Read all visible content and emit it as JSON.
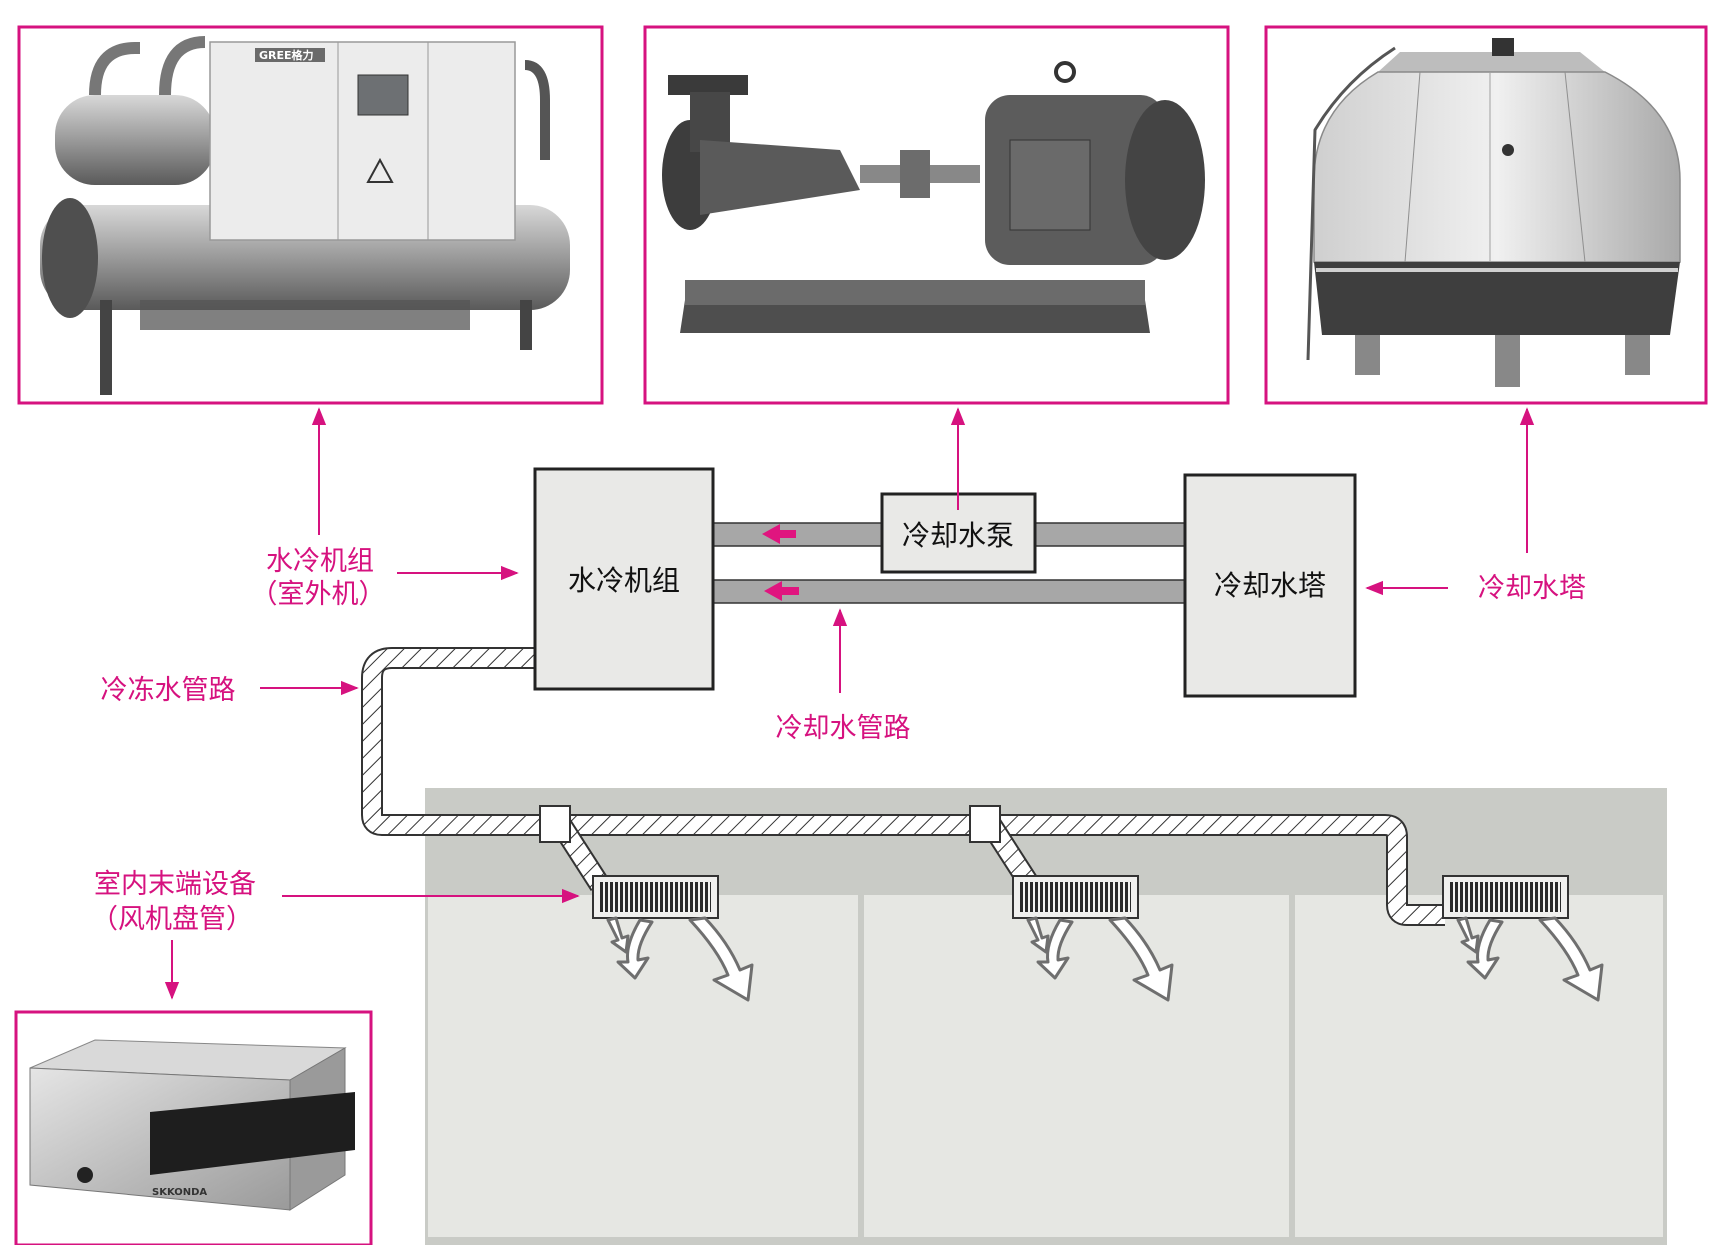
{
  "labels": {
    "chiller_unit": "水冷机组",
    "chiller_unit_outdoor_line1": "水冷机组",
    "chiller_unit_outdoor_line2": "（室外机）",
    "cooling_pump": "冷却水泵",
    "cooling_tower_box": "冷却水塔",
    "cooling_tower_label": "冷却水塔",
    "chilled_water_pipe": "冷冻水管路",
    "cooling_water_pipe": "冷却水管路",
    "indoor_terminal_line1": "室内末端设备",
    "indoor_terminal_line2": "（风机盘管）"
  },
  "photo_brands": {
    "chiller": "GREE格力",
    "fan_coil": "SKKONDA"
  },
  "colors": {
    "accent": "#d6127f",
    "box_fill": "#e9e9e7",
    "pipe": "#a7a7a7",
    "room_wall": "#c9cbc6",
    "room_fill": "#e6e7e3"
  }
}
